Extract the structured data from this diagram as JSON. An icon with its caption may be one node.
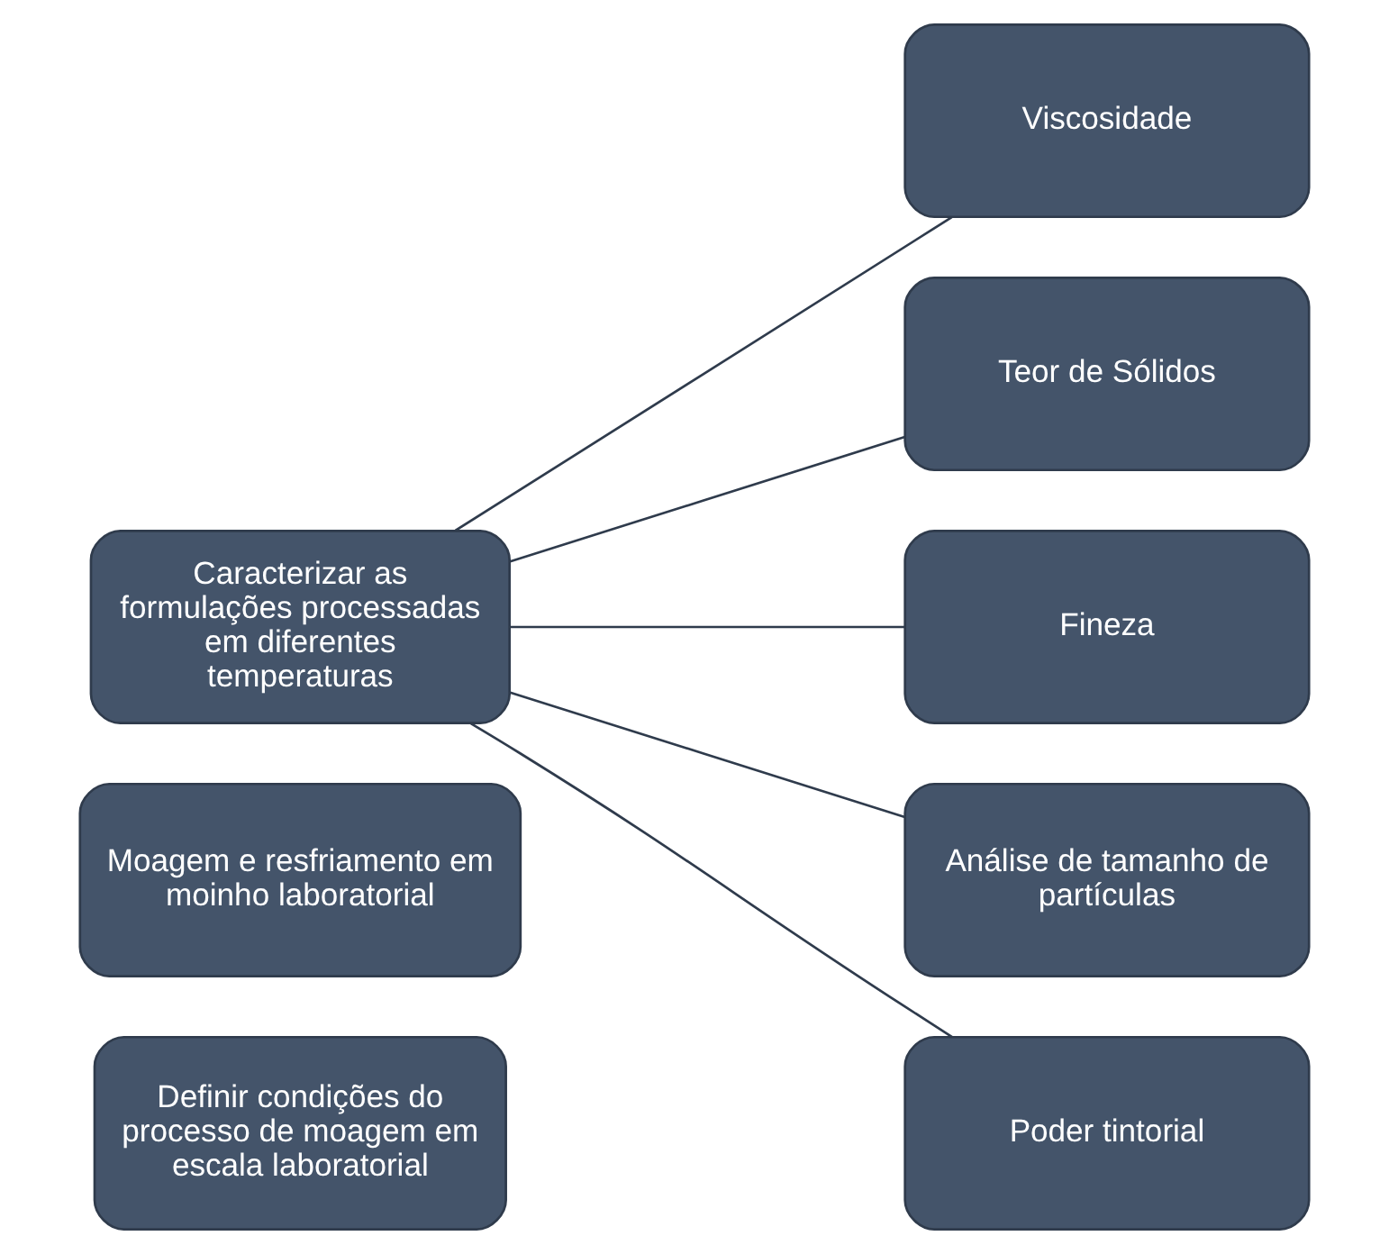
{
  "diagram": {
    "nodes": [
      {
        "text": [
          "Definir condições do processo de moagem em escala laboratorial"
        ]
      },
      {
        "text": [
          "Moagem e resfriamento em moinho laboratorial"
        ]
      },
      {
        "text": [
          "Caracterizar as formulações processadas em diferentes temperaturas"
        ]
      },
      {
        "text": [
          "Viscosidade"
        ]
      },
      {
        "text": [
          "Teor de Sólidos"
        ]
      },
      {
        "text": [
          "Fineza"
        ]
      },
      {
        "text": [
          "Análise de tamanho de partículas"
        ]
      },
      {
        "text": [
          "Poder tintorial"
        ]
      }
    ],
    "edges": [
      {
        "from": 2,
        "to": 3,
        "arrow": "none"
      },
      {
        "from": 2,
        "to": 4,
        "arrow": "none"
      },
      {
        "from": 2,
        "to": 5,
        "arrow": "none"
      },
      {
        "from": 2,
        "to": 6,
        "arrow": "none"
      },
      {
        "from": 2,
        "to": 7,
        "arrow": "none"
      }
    ]
  }
}
